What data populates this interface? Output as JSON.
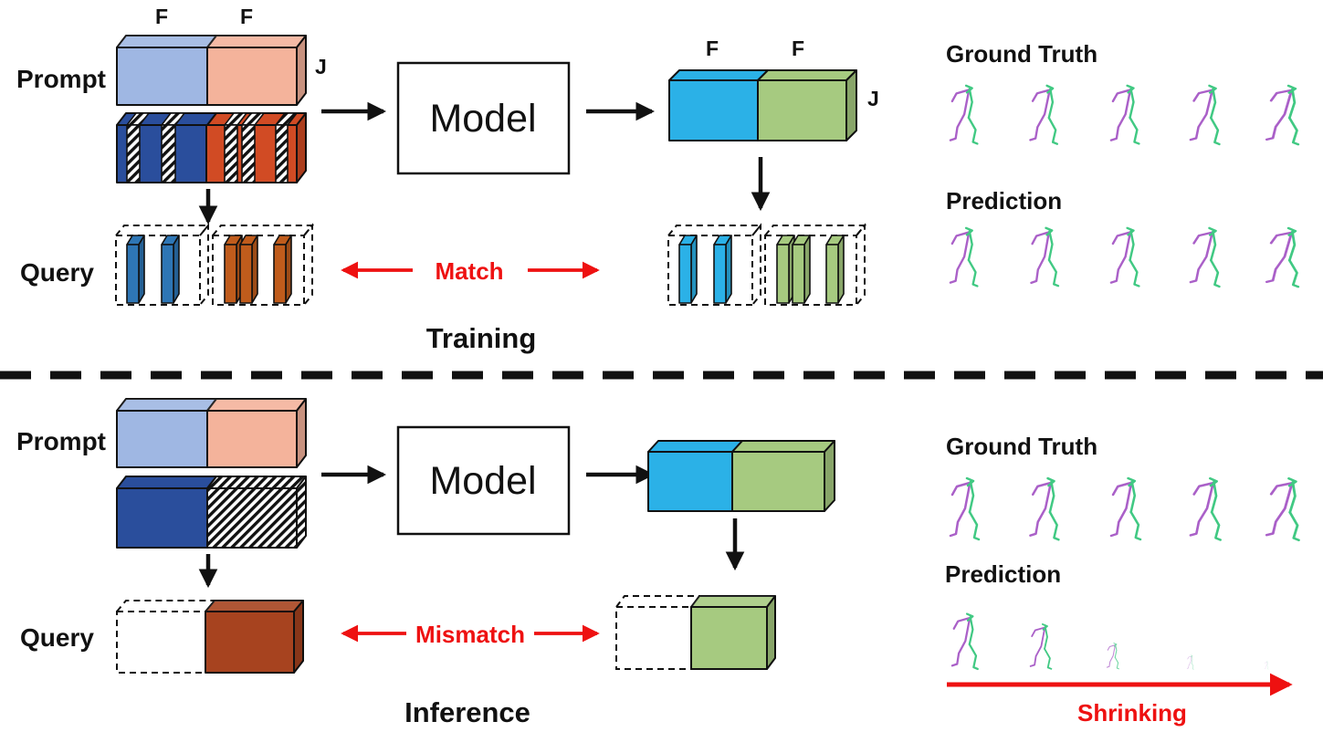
{
  "figure": {
    "training": {
      "title": "Training",
      "prompt_label": "Prompt",
      "query_label": "Query",
      "model_label": "Model",
      "match_label": "Match",
      "input_dims": {
        "f_left": "F",
        "f_right": "F",
        "j": "J"
      },
      "output_dims": {
        "f_left": "F",
        "f_right": "F",
        "j": "J"
      },
      "ground_truth_label": "Ground Truth",
      "prediction_label": "Prediction"
    },
    "inference": {
      "title": "Inference",
      "prompt_label": "Prompt",
      "query_label": "Query",
      "model_label": "Model",
      "mismatch_label": "Mismatch",
      "ground_truth_label": "Ground Truth",
      "prediction_label": "Prediction",
      "shrinking_label": "Shrinking"
    },
    "colors": {
      "prompt_blue": "#9fb7e3",
      "prompt_salmon": "#f4b39b",
      "sequence_blue": "#2a4e9c",
      "sequence_orange": "#d14b24",
      "slab_blue": "#2e76b5",
      "slab_orange": "#c05c1c",
      "output_cyan": "#2bb1e7",
      "output_green": "#a6ca80",
      "query_brown": "#a7431f",
      "skeleton_purple": "#aa60c8",
      "skeleton_green": "#41c983",
      "accent_red": "#ee1111",
      "ink": "#111111"
    }
  }
}
